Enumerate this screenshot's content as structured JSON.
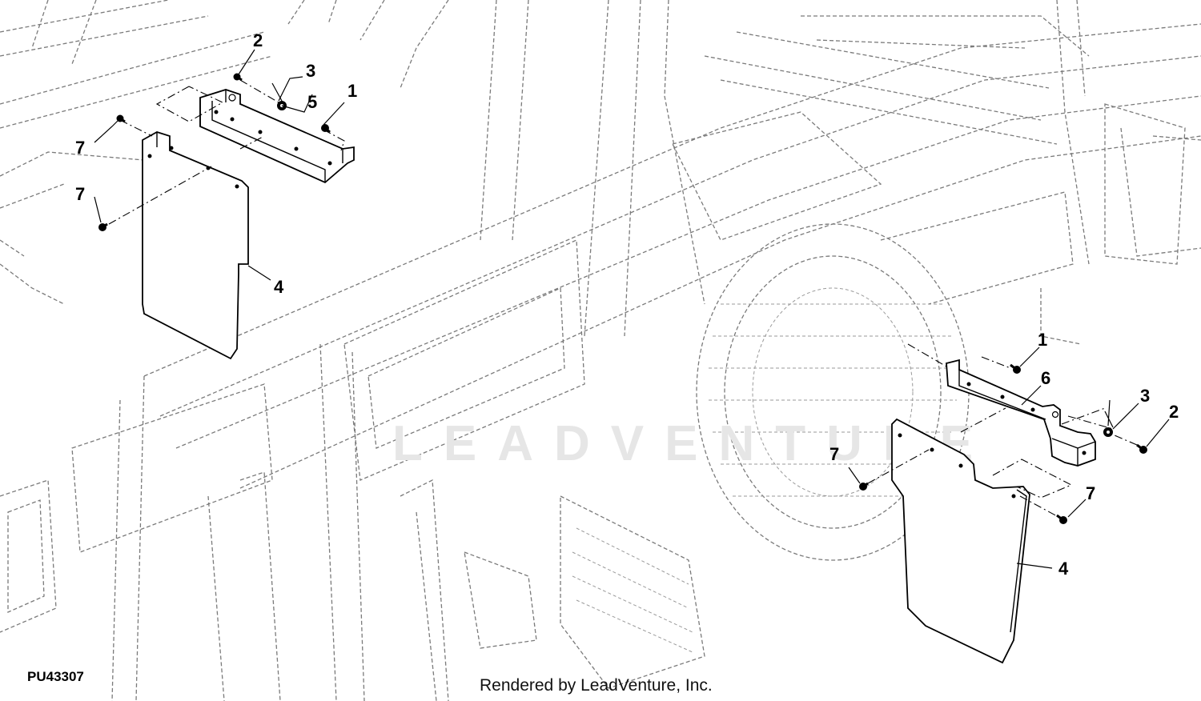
{
  "diagram": {
    "plate_id": "PU43307",
    "credit": "Rendered by LeadVenture, Inc.",
    "watermark": "LEADVENTURE",
    "callouts": {
      "left_2": "2",
      "left_3": "3",
      "left_5": "5",
      "left_1": "1",
      "left_7_top": "7",
      "left_7_bottom": "7",
      "left_4": "4",
      "right_1": "1",
      "right_6": "6",
      "right_3": "3",
      "right_2": "2",
      "right_7_left": "7",
      "right_7_right": "7",
      "right_4": "4"
    }
  }
}
